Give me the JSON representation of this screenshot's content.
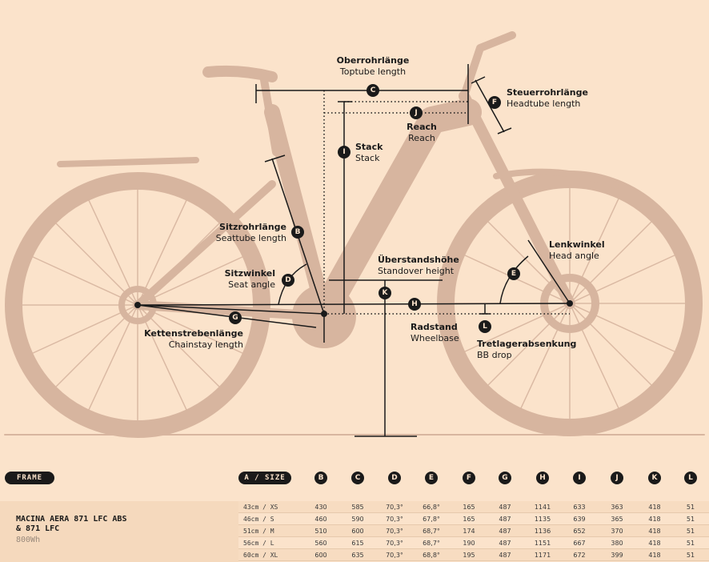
{
  "labels": {
    "C": {
      "de": "Oberrohrlänge",
      "en": "Toptube length"
    },
    "F": {
      "de": "Steuerrohrlänge",
      "en": "Headtube length"
    },
    "J": {
      "de": "Reach",
      "en": "Reach"
    },
    "I": {
      "de": "Stack",
      "en": "Stack"
    },
    "B": {
      "de": "Sitzrohrlänge",
      "en": "Seattube length"
    },
    "D": {
      "de": "Sitzwinkel",
      "en": "Seat angle"
    },
    "K": {
      "de": "Überstandshöhe",
      "en": "Standover height"
    },
    "E": {
      "de": "Lenkwinkel",
      "en": "Head angle"
    },
    "G": {
      "de": "Kettenstrebenlänge",
      "en": "Chainstay length"
    },
    "H": {
      "de": "Radstand",
      "en": "Wheelbase"
    },
    "L": {
      "de": "Tretlagerabsenkung",
      "en": "BB drop"
    }
  },
  "markers": [
    "C",
    "F",
    "J",
    "I",
    "B",
    "D",
    "K",
    "E",
    "G",
    "H",
    "L"
  ],
  "table": {
    "frame_label": "FRAME",
    "size_label": "A / SIZE",
    "columns": [
      "B",
      "C",
      "D",
      "E",
      "F",
      "G",
      "H",
      "I",
      "J",
      "K",
      "L"
    ],
    "model_name_1": "MACINA AERA 871 LFC ABS",
    "model_name_2": "& 871 LFC",
    "model_sub": "800Wh",
    "rows": [
      {
        "size": "43cm / XS",
        "values": [
          "430",
          "585",
          "70,3°",
          "66,8°",
          "165",
          "487",
          "1141",
          "633",
          "363",
          "418",
          "51"
        ]
      },
      {
        "size": "46cm / S",
        "values": [
          "460",
          "590",
          "70,3°",
          "67,8°",
          "165",
          "487",
          "1135",
          "639",
          "365",
          "418",
          "51"
        ]
      },
      {
        "size": "51cm / M",
        "values": [
          "510",
          "600",
          "70,3°",
          "68,7°",
          "174",
          "487",
          "1136",
          "652",
          "370",
          "418",
          "51"
        ]
      },
      {
        "size": "56cm / L",
        "values": [
          "560",
          "615",
          "70,3°",
          "68,7°",
          "190",
          "487",
          "1151",
          "667",
          "380",
          "418",
          "51"
        ]
      },
      {
        "size": "60cm / XL",
        "values": [
          "600",
          "635",
          "70,3°",
          "68,8°",
          "195",
          "487",
          "1171",
          "672",
          "399",
          "418",
          "51"
        ]
      }
    ]
  },
  "colors": {
    "background": "#fbe3cb",
    "bike": "#d7b59f",
    "ink": "#1a1a1a"
  }
}
